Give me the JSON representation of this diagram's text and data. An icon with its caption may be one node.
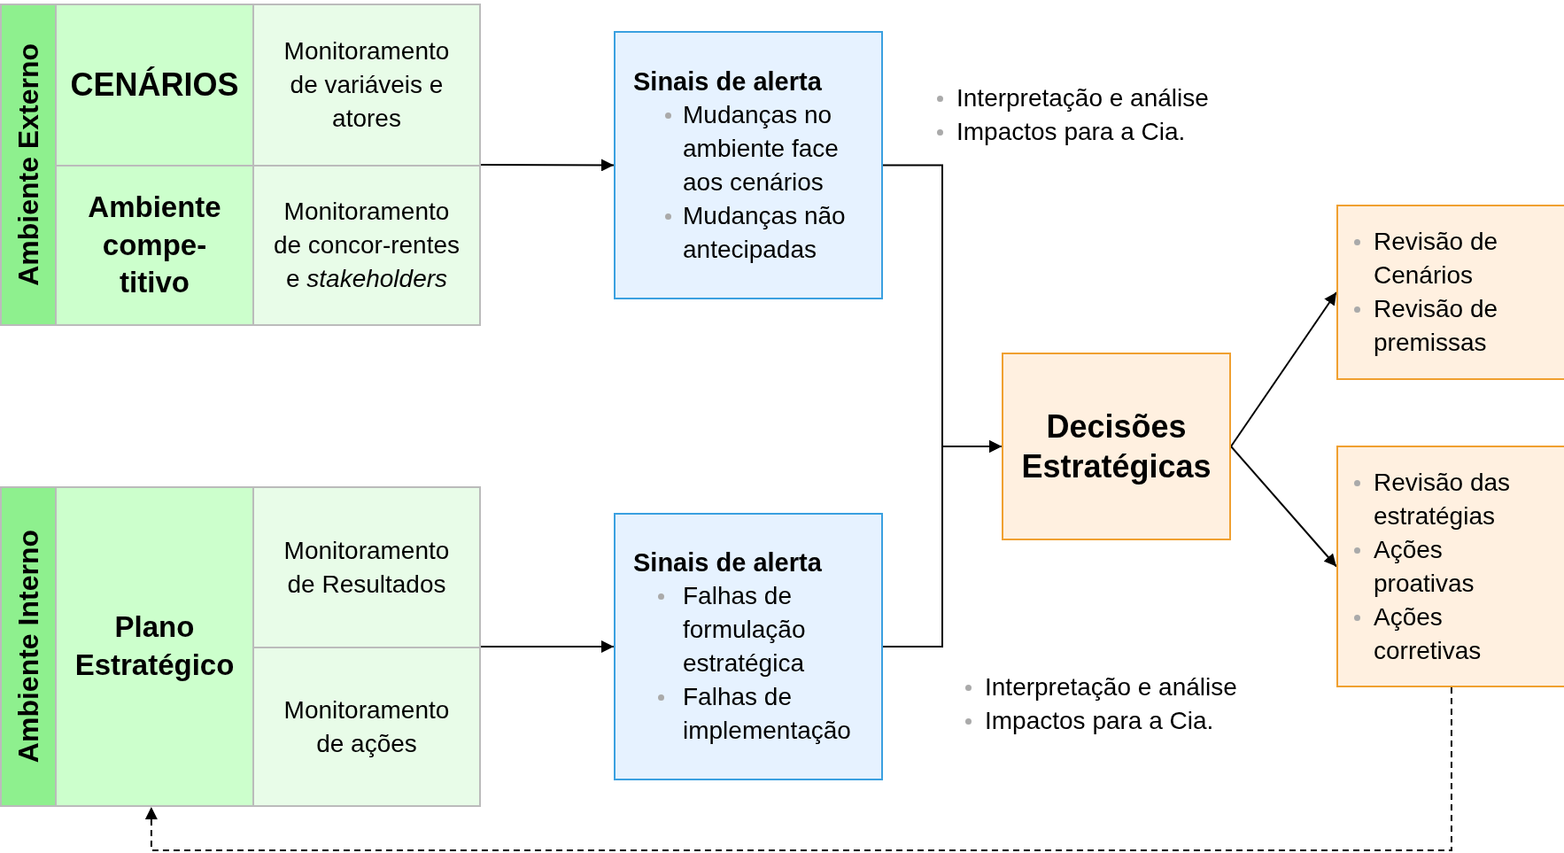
{
  "diagram": {
    "nodes": [
      {
        "text": [
          "Ambiente Externo"
        ]
      },
      {
        "text": [
          "CENÁRIOS"
        ]
      },
      {
        "text": [
          "Monitoramento de variáveis e atores"
        ]
      },
      {
        "text": [
          "Ambiente compe-titivo"
        ]
      },
      {
        "text": [
          "Monitoramento de concor-rentes e *stakeholders*"
        ]
      },
      {
        "text": [
          "Ambiente Interno"
        ]
      },
      {
        "text": [
          "Plano Estratégico"
        ]
      },
      {
        "text": [
          "Monitoramento de Resultados"
        ]
      },
      {
        "text": [
          "Monitoramento de ações"
        ]
      },
      {
        "text": [
          "Sinais de alerta",
          "Mudanças no ambiente face aos cenários",
          "Mudanças não antecipadas"
        ]
      },
      {
        "text": [
          "Sinais de alerta",
          "Falhas de formulação estratégica",
          "Falhas de implementação"
        ]
      },
      {
        "text": [
          "Decisões Estratégicas"
        ]
      },
      {
        "text": [
          "Revisão de Cenários",
          "Revisão de premissas"
        ]
      },
      {
        "text": [
          "Revisão das estratégias",
          "Ações proativas",
          "Ações corretivas"
        ]
      }
    ],
    "edges": [
      {
        "from": 4,
        "to": 9,
        "arrow": "to"
      },
      {
        "from": 8,
        "to": 10,
        "arrow": "to"
      },
      {
        "from": 9,
        "to": 11,
        "arrow": "to"
      },
      {
        "from": 10,
        "to": 11,
        "arrow": "to"
      },
      {
        "from": 11,
        "to": 12,
        "arrow": "to"
      },
      {
        "from": 11,
        "to": 13,
        "arrow": "to"
      },
      {
        "from": 13,
        "to": 6,
        "arrow": "to",
        "style": "dashed"
      }
    ],
    "labels": [
      "Interpretação e análise",
      "Impactos para a Cia.",
      "Interpretação e análise",
      "Impactos para a Cia."
    ]
  }
}
